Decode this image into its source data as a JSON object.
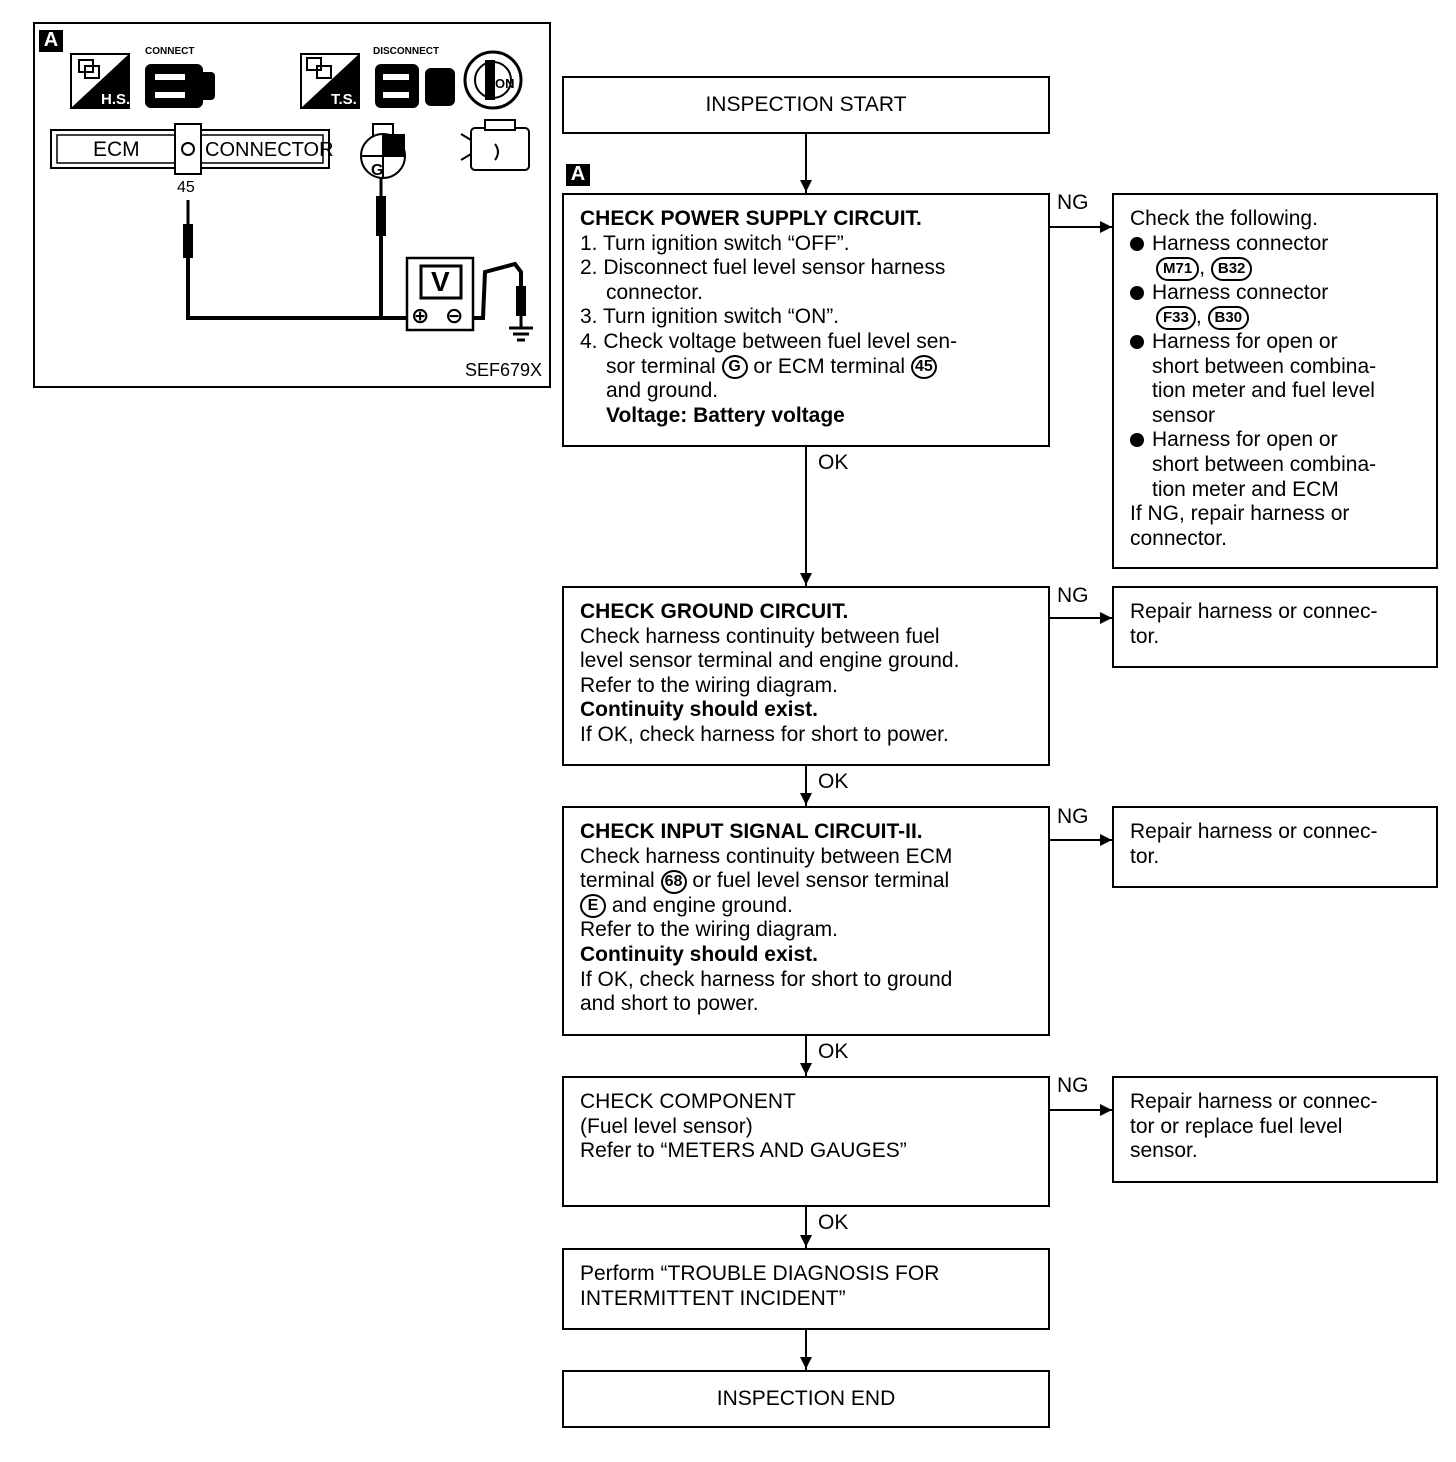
{
  "badge_letter": "A",
  "figure": {
    "connect_caption": "CONNECT",
    "disconnect_caption": "DISCONNECT",
    "hs_label": "H.S.",
    "ts_label": "T.S.",
    "on_label": "ON",
    "ecm_label": "ECM",
    "connector_label": "CONNECTOR",
    "terminal_number": "45",
    "sensor_terminal": "G",
    "meter_label": "V",
    "plus_symbol": "⊕",
    "minus_symbol": "⊖",
    "figure_code": "SEF679X"
  },
  "flow": {
    "start": "INSPECTION START",
    "step1": {
      "title": "CHECK POWER SUPPLY CIRCUIT.",
      "l1": "1. Turn ignition switch “OFF”.",
      "l2a": "2. Disconnect fuel level sensor harness",
      "l2b": "connector.",
      "l3": "3. Turn ignition switch “ON”.",
      "l4a": "4. Check voltage between fuel level sen-",
      "l4b_pre": "sor terminal",
      "l4b_t1": "G",
      "l4b_mid": "or ECM terminal",
      "l4b_t2": "45",
      "l4c": "and ground.",
      "l4d": "Voltage: Battery voltage"
    },
    "ng1": {
      "header": "Check the following.",
      "b1": "Harness connector",
      "b1c1": "M71",
      "b1c2": "B32",
      "b2": "Harness connector",
      "b2c1": "F33",
      "b2c2": "B30",
      "b3a": "Harness for open or",
      "b3b": "short between combina-",
      "b3c": "tion meter and fuel level",
      "b3d": "sensor",
      "b4a": "Harness for open or",
      "b4b": "short between combina-",
      "b4c": "tion meter and ECM",
      "f1": "If NG, repair harness or",
      "f2": "connector.",
      "sep": ","
    },
    "step2": {
      "title": "CHECK GROUND CIRCUIT.",
      "l1": "Check harness continuity between fuel",
      "l2": "level sensor terminal and engine ground.",
      "l3": "Refer to the wiring diagram.",
      "l4": "Continuity should exist.",
      "l5": "If OK, check harness for short to power."
    },
    "ng2": {
      "l1": "Repair harness or connec-",
      "l2": "tor."
    },
    "step3": {
      "title": "CHECK INPUT SIGNAL CIRCUIT-II.",
      "l1": "Check harness continuity between ECM",
      "l2_pre": "terminal",
      "l2_t": "68",
      "l2_post": "or fuel level sensor terminal",
      "l3_t": "E",
      "l3_post": "and engine ground.",
      "l4": "Refer to the wiring diagram.",
      "l5": "Continuity should exist.",
      "l6": "If OK, check harness for short to ground",
      "l7": "and short to power."
    },
    "ng3": {
      "l1": "Repair harness or connec-",
      "l2": "tor."
    },
    "step4": {
      "l1": "CHECK COMPONENT",
      "l2": "(Fuel level sensor)",
      "l3": "Refer to “METERS AND GAUGES”"
    },
    "ng4": {
      "l1": "Repair harness or connec-",
      "l2": "tor or replace fuel level",
      "l3": "sensor."
    },
    "step5": {
      "l1": "Perform “TROUBLE DIAGNOSIS FOR",
      "l2": "INTERMITTENT INCIDENT”"
    },
    "end": "INSPECTION END",
    "ok": "OK",
    "ng": "NG"
  }
}
